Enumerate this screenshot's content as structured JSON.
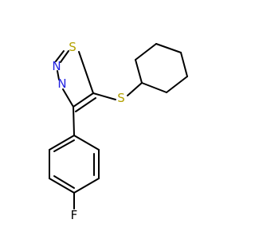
{
  "molecule": {
    "atoms": {
      "s_ring": {
        "symbol": "S",
        "color": "#b3a100"
      },
      "n_upper": {
        "symbol": "N",
        "color": "#1f1fe0"
      },
      "n_lower": {
        "symbol": "N",
        "color": "#1f1fe0"
      },
      "s_thioether": {
        "symbol": "S",
        "color": "#b3a100"
      },
      "f": {
        "symbol": "F",
        "color": "#000000"
      }
    },
    "colors": {
      "bond": "#000000",
      "background": "#ffffff"
    }
  }
}
